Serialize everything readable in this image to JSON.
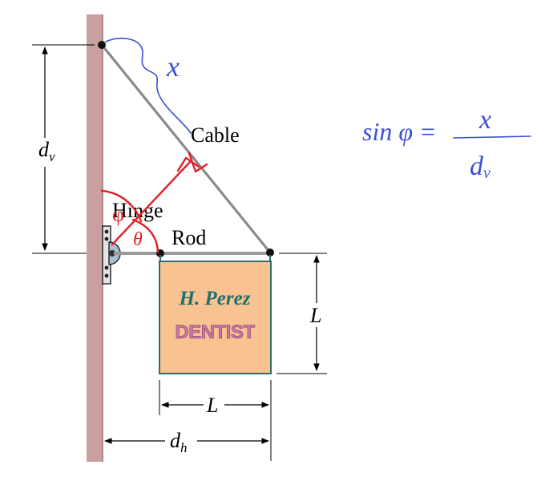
{
  "labels": {
    "cable": "Cable",
    "hinge": "Hinge",
    "rod": "Rod",
    "dv_main": "d",
    "dv_sub": "v",
    "dh_main": "d",
    "dh_sub": "h",
    "L_right": "L",
    "L_bottom": "L"
  },
  "sign": {
    "name": "H. Perez",
    "profession": "DENTIST"
  },
  "annotations": {
    "x_mark": "x",
    "theta": "θ",
    "phi": "φ",
    "eq_left": "sin φ =",
    "eq_num": "x",
    "eq_den_main": "d",
    "eq_den_sub": "v"
  },
  "colors": {
    "wall": "#c9a0a0",
    "wall_edge": "#a07070",
    "cable": "#8a8a8a",
    "rod": "#9a9a9a",
    "sign_fill": "#f8c391",
    "sign_border": "#2f6d6d",
    "sign_name": "#1f6f6f",
    "sign_profession": "#cc77aa",
    "ink_blue": "#3a4fd8",
    "ink_red": "#e0202a",
    "hinge_fill": "#a9bed1"
  }
}
